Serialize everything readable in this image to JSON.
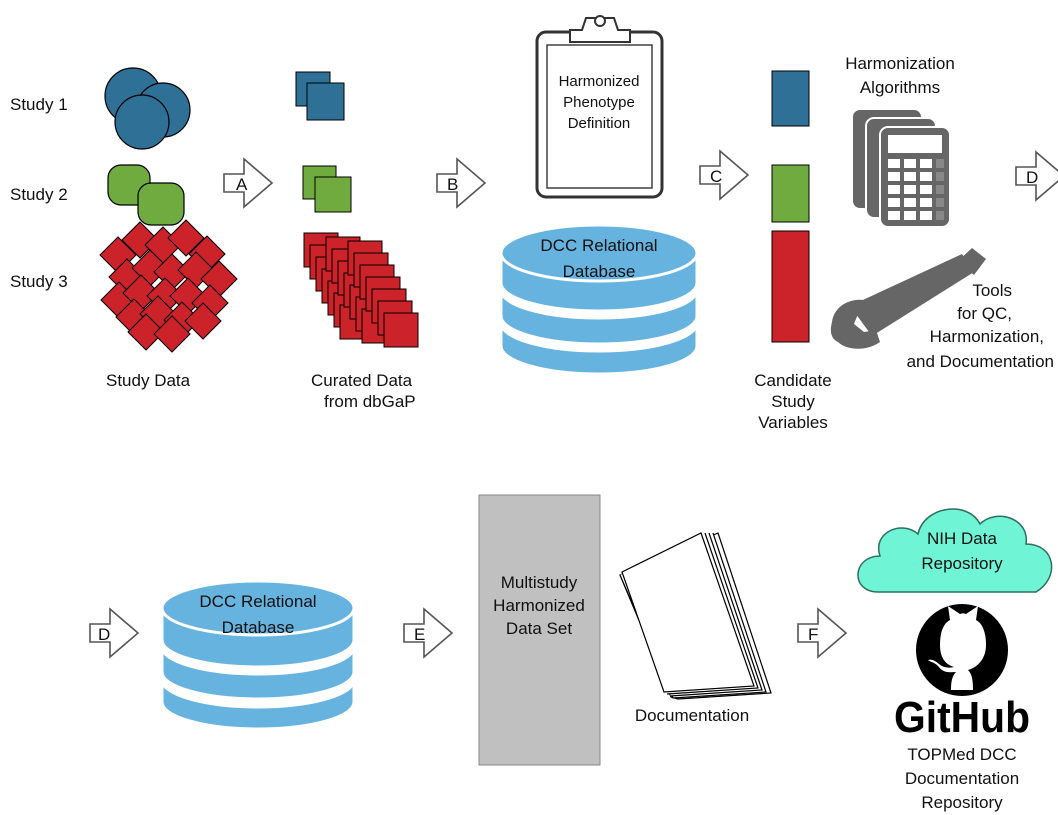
{
  "studies": {
    "study1": "Study 1",
    "study2": "Study 2",
    "study3": "Study 3",
    "study_data_label": "Study Data"
  },
  "curated": {
    "line1": "Curated Data",
    "line2": "from dbGaP"
  },
  "phenotype": {
    "line1": "Harmonized",
    "line2": "Phenotype",
    "line3": "Definition"
  },
  "database": {
    "line1": "DCC Relational",
    "line2": "Database"
  },
  "candidate": {
    "line1": "Candidate",
    "line2": "Study",
    "line3": "Variables"
  },
  "algorithms": {
    "line1": "Harmonization",
    "line2": "Algorithms"
  },
  "tools": {
    "line1": "Tools",
    "line2": "for QC,",
    "line3": "Harmonization,",
    "line4": "and Documentation"
  },
  "arrows": {
    "a": "A",
    "b": "B",
    "c": "C",
    "d": "D",
    "e": "E",
    "f": "F"
  },
  "multistudy": {
    "line1": "Multistudy",
    "line2": "Harmonized",
    "line3": "Data Set"
  },
  "documentation": {
    "label": "Documentation"
  },
  "nih": {
    "line1": "NIH Data",
    "line2": "Repository"
  },
  "github": {
    "wordmark": "GitHub"
  },
  "topmed": {
    "line1": "TOPMed DCC",
    "line2": "Documentation",
    "line3": "Repository"
  },
  "colors": {
    "blue": "#2f7096",
    "green": "#6fab3e",
    "red": "#cc2229",
    "db_blue": "#67b3e0",
    "cloud": "#6ff5d5",
    "gray_box": "#c0c0c0"
  }
}
